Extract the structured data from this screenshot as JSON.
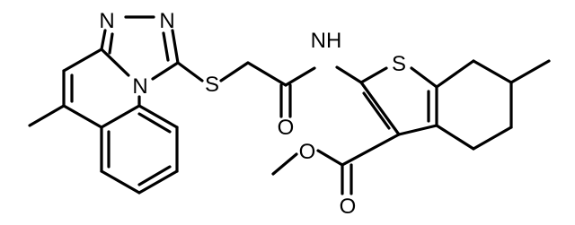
{
  "structure": {
    "atoms": [
      {
        "id": "n_trz1",
        "label": "N"
      },
      {
        "id": "n_trz2",
        "label": "N"
      },
      {
        "id": "n_bridge",
        "label": "N"
      },
      {
        "id": "s_thioether",
        "label": "S"
      },
      {
        "id": "n_amide",
        "label": "NH"
      },
      {
        "id": "o_amide",
        "label": "O"
      },
      {
        "id": "s_thiophene",
        "label": "S"
      },
      {
        "id": "o_ester_single",
        "label": "O"
      },
      {
        "id": "o_ester_carbonyl",
        "label": "O"
      }
    ]
  }
}
